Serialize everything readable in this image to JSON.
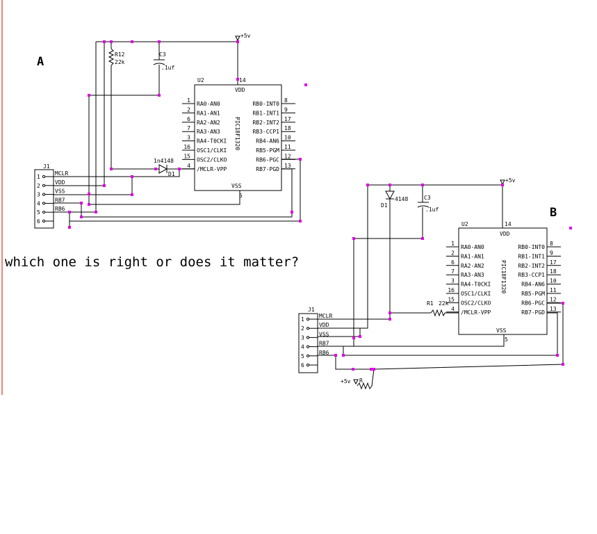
{
  "question": "which one is right or does it matter?",
  "colors": {
    "wire": "#000000",
    "junction": "#e000e0",
    "margin_line": "#e00000"
  },
  "schematic_a": {
    "label": "A",
    "chip": {
      "ref": "U2",
      "part": "PIC18F1320",
      "vdd": "VDD",
      "vdd_pin": "14",
      "vss": "VSS",
      "vss_pin": "5",
      "left_pins": [
        {
          "num": "1",
          "name": "RA0-AN0"
        },
        {
          "num": "2",
          "name": "RA1-AN1"
        },
        {
          "num": "6",
          "name": "RA2-AN2"
        },
        {
          "num": "7",
          "name": "RA3-AN3"
        },
        {
          "num": "3",
          "name": "RA4-T0CKI"
        },
        {
          "num": "16",
          "name": "OSC1/CLKI"
        },
        {
          "num": "15",
          "name": "OSC2/CLKO"
        },
        {
          "num": "4",
          "name": "/MCLR-VPP"
        }
      ],
      "right_pins": [
        {
          "num": "8",
          "name": "RB0-INT0"
        },
        {
          "num": "9",
          "name": "RB1-INT1"
        },
        {
          "num": "17",
          "name": "RB2-INT2"
        },
        {
          "num": "18",
          "name": "RB3-CCP1"
        },
        {
          "num": "10",
          "name": "RB4-AN6"
        },
        {
          "num": "11",
          "name": "RB5-PGM"
        },
        {
          "num": "12",
          "name": "RB6-PGC"
        },
        {
          "num": "13",
          "name": "RB7-PGD"
        }
      ]
    },
    "header": {
      "ref": "J1",
      "pins": [
        {
          "num": "1",
          "name": "MCLR"
        },
        {
          "num": "2",
          "name": "VDD"
        },
        {
          "num": "3",
          "name": "VSS"
        },
        {
          "num": "4",
          "name": "RB7"
        },
        {
          "num": "5",
          "name": "RB6"
        },
        {
          "num": "6",
          "name": ""
        }
      ]
    },
    "supply": "+5v",
    "resistor": {
      "ref": "R12",
      "value": "22k"
    },
    "capacitor": {
      "ref": "C3",
      "value": ".1uf"
    },
    "diode": {
      "ref": "D1",
      "part": "1n4148"
    }
  },
  "schematic_b": {
    "label": "B",
    "chip": {
      "ref": "U2",
      "part": "PIC18F1320",
      "vdd": "VDD",
      "vdd_pin": "14",
      "vss": "VSS",
      "vss_pin": "5",
      "left_pins": [
        {
          "num": "1",
          "name": "RA0-AN0"
        },
        {
          "num": "2",
          "name": "RA1-AN1"
        },
        {
          "num": "6",
          "name": "RA2-AN2"
        },
        {
          "num": "7",
          "name": "RA3-AN3"
        },
        {
          "num": "3",
          "name": "RA4-T0CKI"
        },
        {
          "num": "16",
          "name": "OSC1/CLKI"
        },
        {
          "num": "15",
          "name": "OSC2/CLKO"
        },
        {
          "num": "4",
          "name": "/MCLR-VPP"
        }
      ],
      "right_pins": [
        {
          "num": "8",
          "name": "RB0-INT0"
        },
        {
          "num": "9",
          "name": "RB1-INT1"
        },
        {
          "num": "17",
          "name": "RB2-INT2"
        },
        {
          "num": "18",
          "name": "RB3-CCP1"
        },
        {
          "num": "10",
          "name": "RB4-AN6"
        },
        {
          "num": "11",
          "name": "RB5-PGM"
        },
        {
          "num": "12",
          "name": "RB6-PGC"
        },
        {
          "num": "13",
          "name": "RB7-PGD"
        }
      ]
    },
    "header": {
      "ref": "J1",
      "pins": [
        {
          "num": "1",
          "name": "MCLR"
        },
        {
          "num": "2",
          "name": "VDD"
        },
        {
          "num": "3",
          "name": "VSS"
        },
        {
          "num": "4",
          "name": "RB7"
        },
        {
          "num": "5",
          "name": "RB6"
        },
        {
          "num": "6",
          "name": ""
        }
      ]
    },
    "supply": "+5v",
    "resistor": {
      "ref": "R1",
      "value": "22k"
    },
    "capacitor": {
      "ref": "C3",
      "value": ".1uf"
    },
    "diode": {
      "ref": "D1",
      "part": "4148"
    },
    "pullup": {
      "supply": "+5v",
      "ref": "R"
    }
  }
}
